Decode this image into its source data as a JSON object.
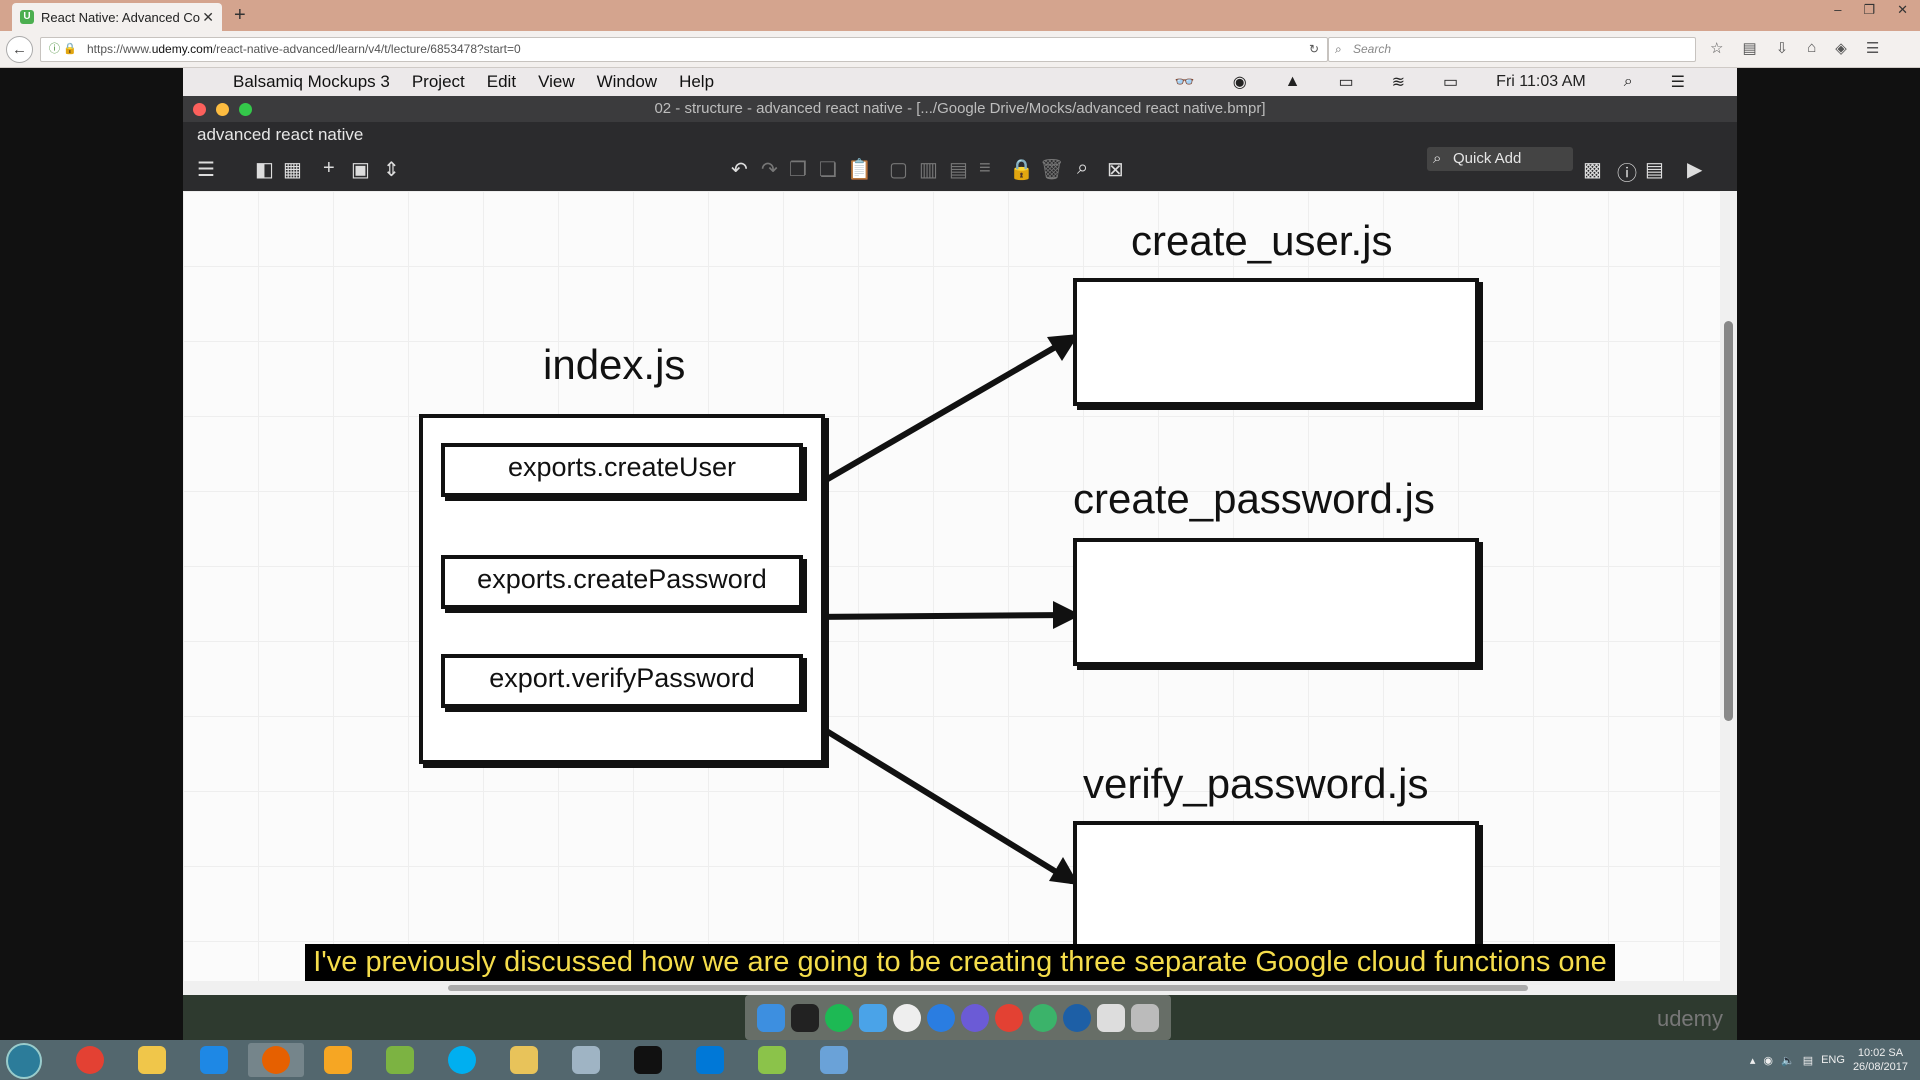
{
  "browser": {
    "tab_title": "React Native: Advanced Co",
    "url_prefix": "https://www.",
    "url_domain": "udemy.com",
    "url_path": "/react-native-advanced/learn/v4/t/lecture/6853478?start=0",
    "search_placeholder": "Search"
  },
  "mac_menu": {
    "app": "Balsamiq Mockups 3",
    "items": [
      "Project",
      "Edit",
      "View",
      "Window",
      "Help"
    ],
    "clock": "Fri 11:03 AM"
  },
  "window": {
    "title": "02 - structure - advanced react native - [.../Google Drive/Mocks/advanced react native.bmpr]",
    "document_name": "advanced react native",
    "quick_add": "Quick Add"
  },
  "diagram": {
    "index_label": "index.js",
    "functions": [
      "exports.createUser",
      "exports.createPassword",
      "export.verifyPassword"
    ],
    "targets": [
      "create_user.js",
      "create_password.js",
      "verify_password.js"
    ]
  },
  "subtitle": "I've previously discussed how we are going to be creating three separate Google cloud functions one",
  "watermark": "udemy",
  "taskbar": {
    "lang": "ENG",
    "time": "10:02 SA",
    "date": "26/08/2017"
  },
  "colors": {
    "browser_titlebar": "#d4a48e",
    "subtitle_text": "#f5dd4b",
    "taskbar": "#53676e"
  }
}
